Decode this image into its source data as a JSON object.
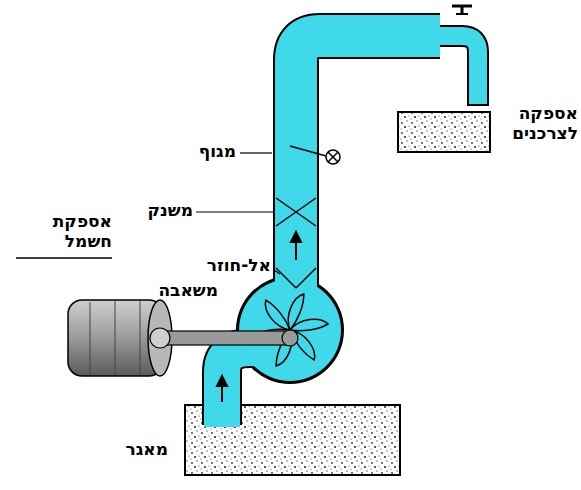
{
  "diagram": {
    "labels": [
      "אספקה לצרכנים",
      "מגוף",
      "משנק",
      "אספקת חשמל",
      "אל-חוזר",
      "משאבה",
      "מאגר"
    ]
  }
}
